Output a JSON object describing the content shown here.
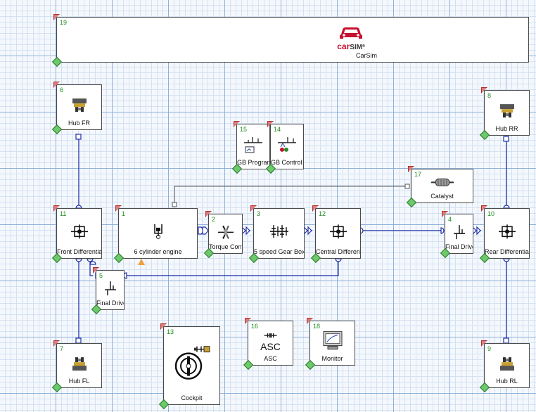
{
  "logo": {
    "brand_red": "car",
    "brand_dark": "SIM",
    "trademark": "®"
  },
  "blocks": {
    "carsim": {
      "num": "19",
      "label": "CarSim"
    },
    "hub_fr": {
      "num": "6",
      "label": "Hub FR"
    },
    "hub_rr": {
      "num": "8",
      "label": "Hub RR"
    },
    "gb_program": {
      "num": "15",
      "label": "GB Program"
    },
    "gb_control": {
      "num": "14",
      "label": "GB Control"
    },
    "catalyst": {
      "num": "17",
      "label": "Catalyst"
    },
    "front_diff": {
      "num": "11",
      "label": "Front Differential"
    },
    "engine": {
      "num": "1",
      "label": "6 cylinder engine"
    },
    "torque_conv": {
      "num": "2",
      "label": "Torque Converter"
    },
    "gearbox": {
      "num": "3",
      "label": "5 speed Gear Box"
    },
    "central_diff": {
      "num": "12",
      "label": "Central Differential"
    },
    "final_drive_rear": {
      "num": "4",
      "label": "Final Drive"
    },
    "rear_diff": {
      "num": "10",
      "label": "Rear Differential"
    },
    "final_drive_front": {
      "num": "5",
      "label": "Final Drive"
    },
    "hub_fl": {
      "num": "7",
      "label": "Hub FL"
    },
    "cockpit": {
      "num": "13",
      "label": "Cockpit"
    },
    "asc": {
      "num": "16",
      "label": "ASC",
      "icon_text": "ASC"
    },
    "monitor": {
      "num": "18",
      "label": "Monitor"
    },
    "hub_rl": {
      "num": "9",
      "label": "Hub RL"
    }
  },
  "colors": {
    "wire": "#1f2fa8",
    "signal_wire": "#555555",
    "brand_red": "#c8102e",
    "port_green": "#6cc96c",
    "port_red": "#e07a7a",
    "grid": "#8fb0d8"
  },
  "icons": {
    "hub": "hub-wheel-icon",
    "differential": "differential-icon",
    "engine": "engine-piston-icon",
    "torque_converter": "torque-converter-icon",
    "gearbox": "gearbox-icon",
    "final_drive": "final-drive-icon",
    "catalyst": "catalyst-icon",
    "cockpit": "steering-wheel-icon",
    "monitor": "monitor-icon",
    "car": "car-icon"
  }
}
